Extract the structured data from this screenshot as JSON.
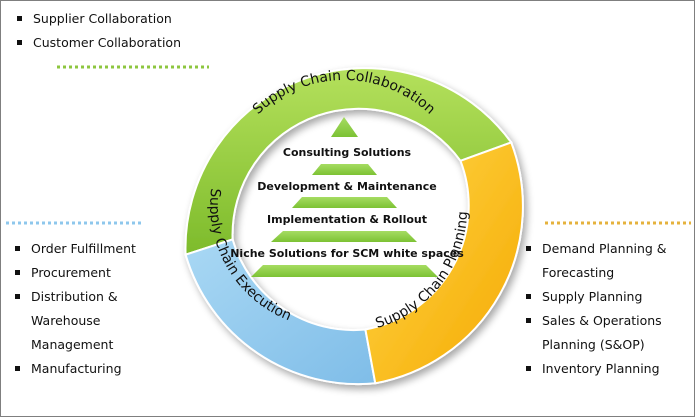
{
  "colors": {
    "green": "#8dc63f",
    "blue": "#8ec7ec",
    "orange": "#f7b500",
    "pyramid": "#8ccf44",
    "dot_green": "#8dc63f",
    "dot_blue": "#8ec7ec",
    "dot_orange": "#e5b23c"
  },
  "ring": {
    "top_label": "Supply Chain Collaboration",
    "left_label": "Supply Chain Execution",
    "right_label": "Supply Chain Planning"
  },
  "pyramid": {
    "levels": [
      "Consulting Solutions",
      "Development & Maintenance",
      "Implementation & Rollout",
      "Niche Solutions for SCM white spaces"
    ]
  },
  "lists": {
    "collaboration": [
      "Supplier Collaboration",
      "Customer Collaboration"
    ],
    "execution": [
      "Order Fulfillment",
      "Procurement",
      "Distribution & Warehouse Management",
      "Manufacturing"
    ],
    "planning": [
      "Demand Planning & Forecasting",
      "Supply Planning",
      "Sales & Operations Planning (S&OP)",
      "Inventory Planning"
    ]
  }
}
